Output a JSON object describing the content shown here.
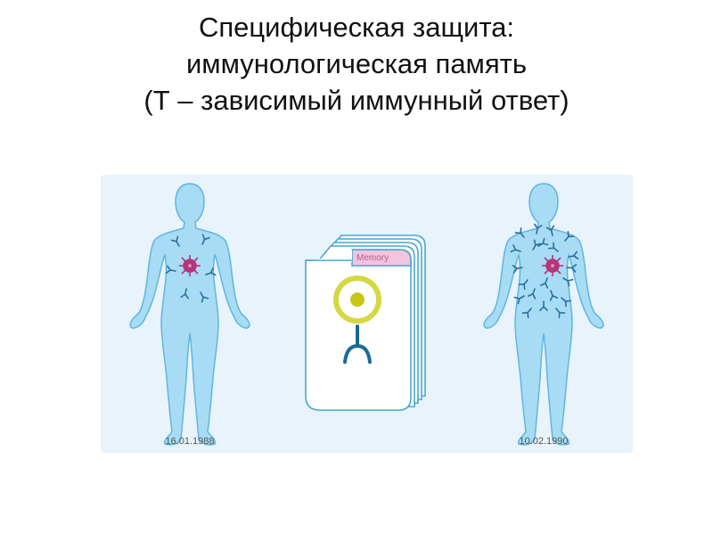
{
  "title": {
    "line1": "Специфическая защита:",
    "line2": "иммунологическая память",
    "line3": "(Т – зависимый иммунный ответ)"
  },
  "figure": {
    "memory_label": "Memory",
    "left_date": "16.01.1988",
    "right_date": "10.02.1990"
  },
  "colors": {
    "panel": "#e8f3fb",
    "body_fill": "#a8dcf4",
    "body_stroke": "#5fb6e0",
    "antibody": "#2a6f9c",
    "virus": "#b5367a",
    "memory_tab": "#f3c4de",
    "memory_text": "#b06090",
    "file_stroke": "#4aa6cf",
    "cell_ring": "#d5d842",
    "cell_stem": "#1a6b96"
  },
  "icons": [
    "human-body-left",
    "human-body-right",
    "virus-icon",
    "antibody-icon",
    "memory-file-stack-icon",
    "memory-cell-icon"
  ]
}
